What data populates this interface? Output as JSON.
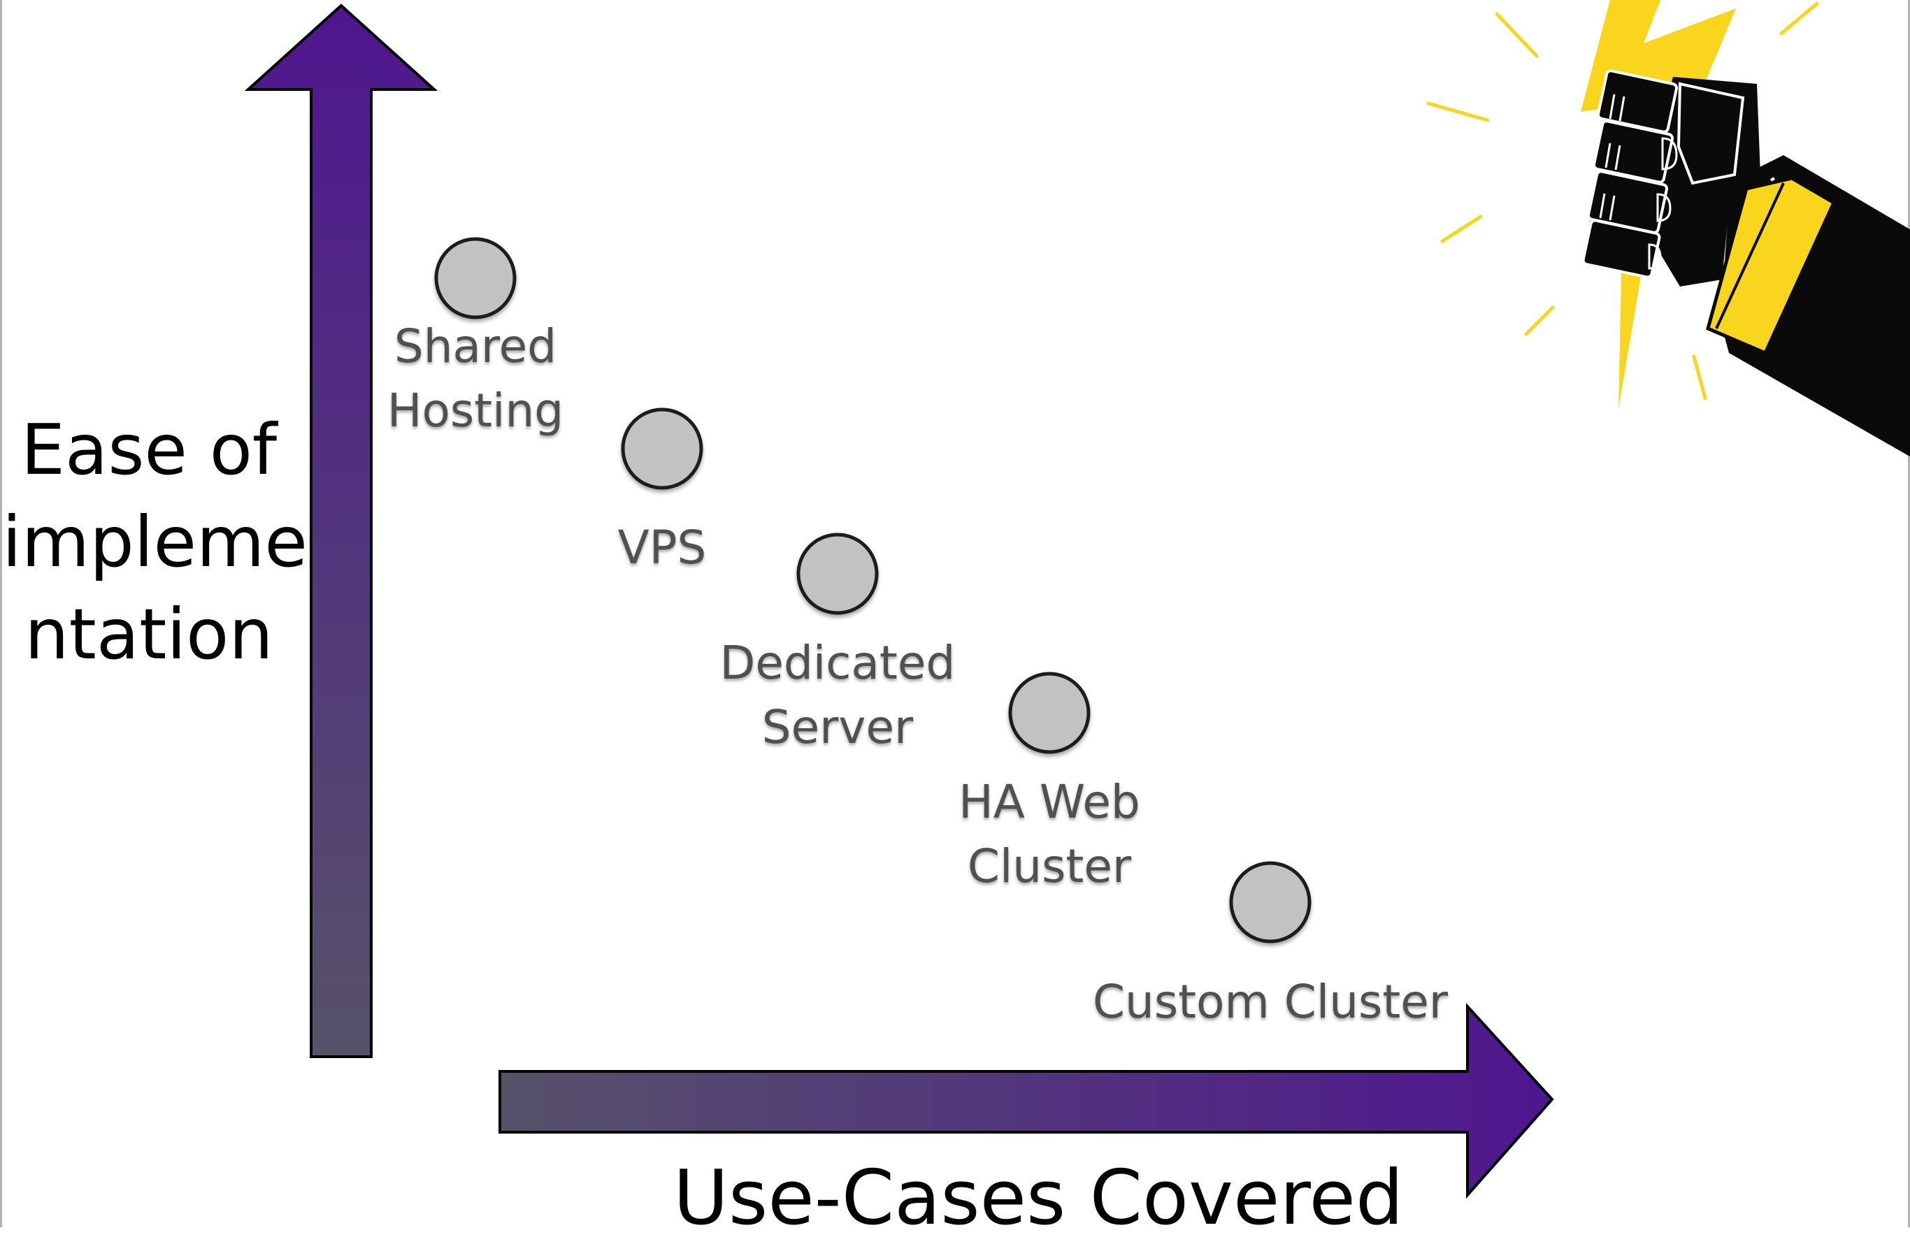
{
  "y_axis": {
    "label_lines": [
      "Ease of",
      "impleme",
      "ntation"
    ]
  },
  "x_axis": {
    "label": "Use-Cases Covered"
  },
  "nodes": [
    {
      "label_lines": [
        "Shared",
        "Hosting"
      ]
    },
    {
      "label_lines": [
        "VPS"
      ]
    },
    {
      "label_lines": [
        "Dedicated",
        "Server"
      ]
    },
    {
      "label_lines": [
        "HA Web",
        "Cluster"
      ]
    },
    {
      "label_lines": [
        "Custom Cluster"
      ]
    }
  ],
  "colors": {
    "arrow_dark": "#56526a",
    "arrow_bright": "#4f168f",
    "node_fill": "#c2c2c2",
    "node_stroke": "#1c1c1c",
    "node_label": "#505050",
    "bolt": "#f9d51e",
    "fist": "#0a0a0a"
  },
  "decoration": {
    "icon": "raised-fist-lightning-icon"
  }
}
